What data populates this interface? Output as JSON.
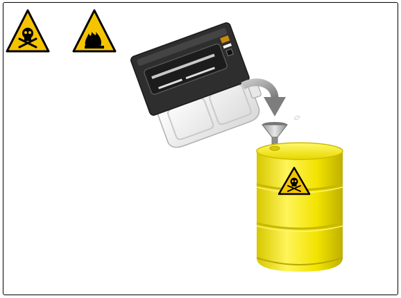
{
  "scene": {
    "background": "#ffffff",
    "border_color": "#000000"
  },
  "warning_signs": [
    {
      "name": "toxic-hazard-sign",
      "icon": "skull-crossbones-icon",
      "color": "#f5c400"
    },
    {
      "name": "flammable-hazard-sign",
      "icon": "flame-icon",
      "color": "#f5c400"
    }
  ],
  "illustration": {
    "device": "cartridge-container",
    "action": "pour-into-drum",
    "arrow_icon": "curved-arrow-down-icon",
    "funnel_icon": "funnel-icon",
    "drum_color": "#f2e600",
    "drum_label_icon": "skull-crossbones-icon"
  }
}
